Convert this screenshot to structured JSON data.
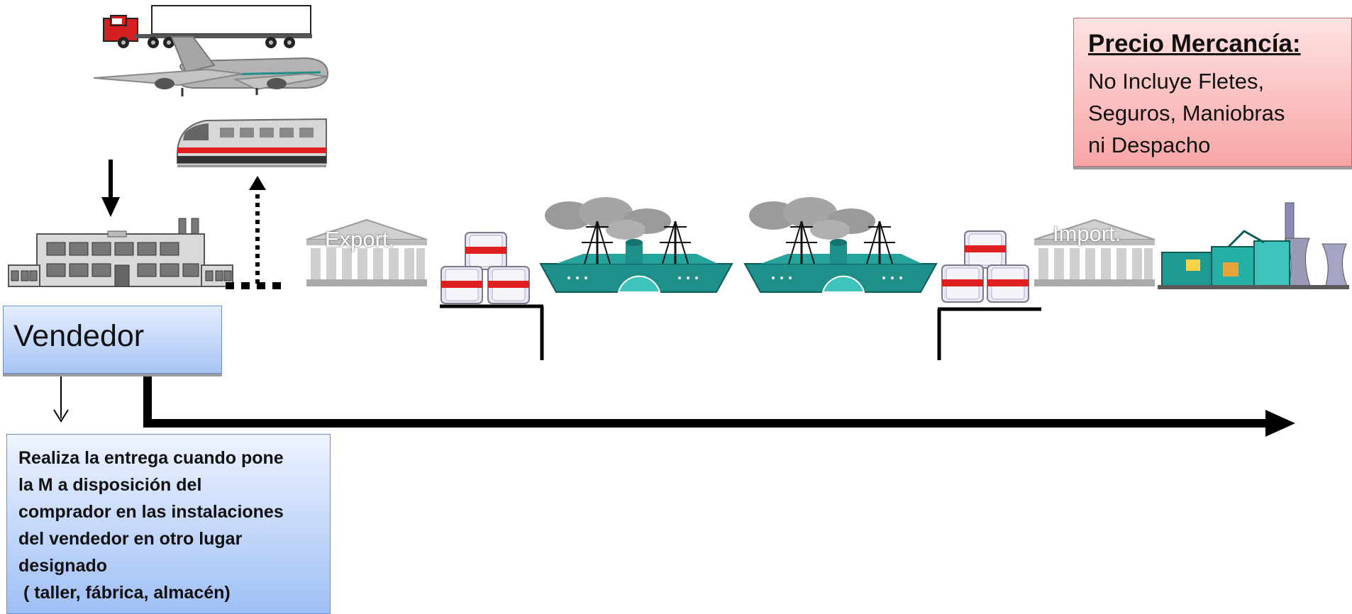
{
  "price_box": {
    "title": "Precio Mercancía:",
    "lines": [
      "No Incluye Fletes,",
      "Seguros, Maniobras",
      "ni  Despacho"
    ]
  },
  "seller_box": {
    "label": "Vendedor"
  },
  "delivery_note": {
    "lines": [
      "Realiza la entrega cuando pone",
      "la M a disposición del",
      "comprador en las instalaciones",
      "del vendedor en otro lugar",
      "designado",
      " ( taller, fábrica, almacén)"
    ]
  },
  "customs": {
    "export_label": "Export.",
    "import_label": "Import."
  },
  "icons": [
    "truck-icon",
    "airplane-icon",
    "train-icon",
    "factory-icon",
    "export-customs-icon",
    "containers-icon",
    "ship-icon",
    "import-customs-icon",
    "industrial-plant-icon"
  ],
  "colors": {
    "ship": "#1f8f8a",
    "smoke": "#9a9a9a",
    "container_band": "#e02020",
    "price_box": "#f7a5a5",
    "seller_box": "#a8c4f5"
  }
}
